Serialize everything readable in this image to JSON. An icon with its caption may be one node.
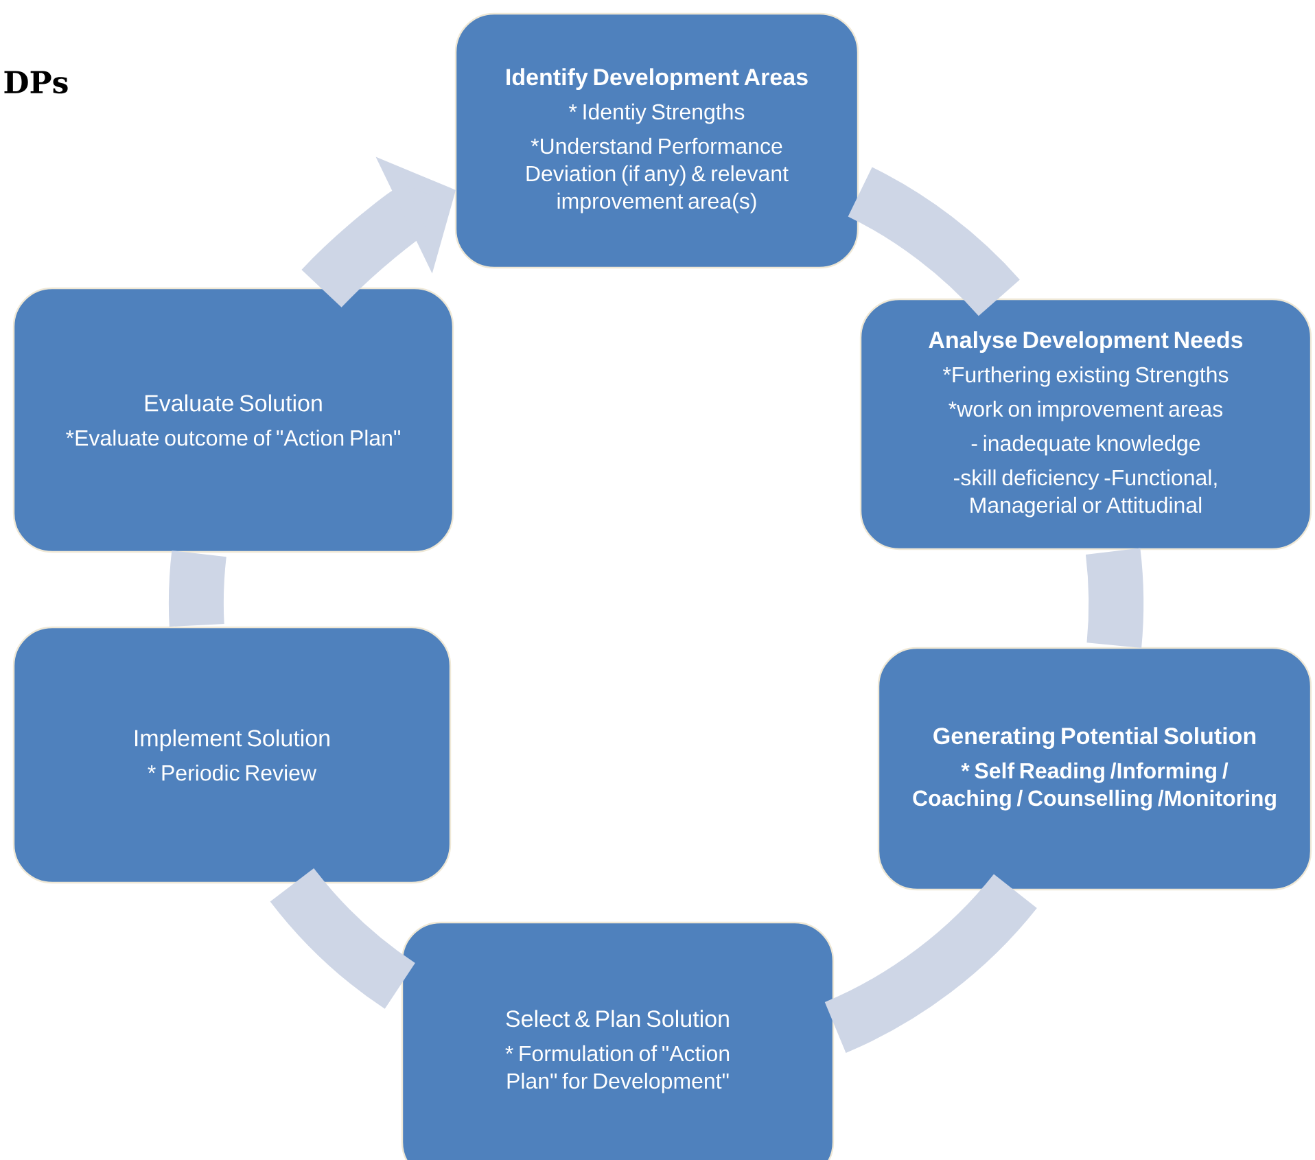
{
  "diagram": {
    "nodes": [
      {
        "text": [
          "Identify Development Areas",
          "* Identiy Strengths",
          "*Understand Performance Deviation (if any) & relevant improvement area(s)"
        ]
      },
      {
        "text": [
          "Analyse Development Needs",
          "*Furthering existing Strengths",
          "*work on improvement areas",
          "- inadequate knowledge",
          "-skill deficiency -Functional, Managerial or Attitudinal"
        ]
      },
      {
        "text": [
          "Generating Potential Solution",
          "* Self Reading /Informing / Coaching / Counselling /Monitoring"
        ]
      },
      {
        "text": [
          "Select & Plan Solution",
          "* Formulation of \"Action Plan\" for Development\""
        ]
      },
      {
        "text": [
          "Implement Solution",
          "* Periodic Review"
        ]
      },
      {
        "text": [
          "Evaluate Solution",
          "*Evaluate outcome of \"Action Plan\""
        ]
      }
    ],
    "edges": [
      {
        "from": 0,
        "to": 1,
        "arrow": "none"
      },
      {
        "from": 1,
        "to": 2,
        "arrow": "none"
      },
      {
        "from": 2,
        "to": 3,
        "arrow": "none"
      },
      {
        "from": 3,
        "to": 4,
        "arrow": "none"
      },
      {
        "from": 4,
        "to": 5,
        "arrow": "none"
      },
      {
        "from": 5,
        "to": 0,
        "arrow": "to"
      }
    ],
    "labels": [
      "DPs"
    ]
  }
}
